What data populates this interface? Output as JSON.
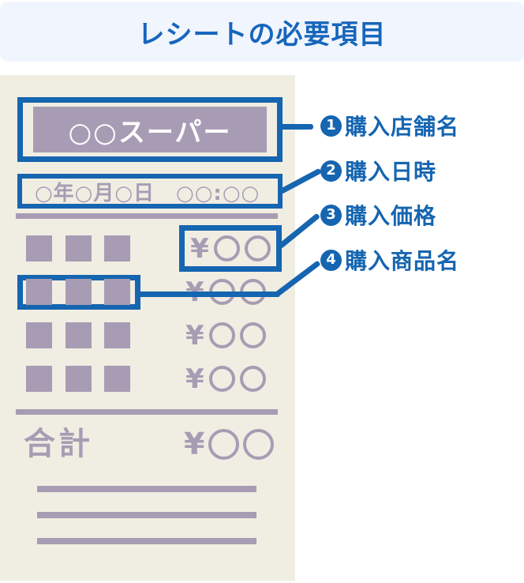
{
  "title": "レシートの必要項目",
  "receipt": {
    "store_name": "○○スーパー",
    "datetime": "○年○月○日　○○:○○",
    "currency": "¥",
    "total_label": "合計"
  },
  "annotations": [
    {
      "number": "1",
      "label": "購入店舗名"
    },
    {
      "number": "2",
      "label": "購入日時"
    },
    {
      "number": "3",
      "label": "購入価格"
    },
    {
      "number": "4",
      "label": "購入商品名"
    }
  ],
  "colors": {
    "accent_blue": "#1565B0",
    "purple": "#A89CB4",
    "receipt_bg": "#F0EDE2",
    "banner_bg": "#F0F5FE",
    "title_blue": "#1666BB"
  }
}
